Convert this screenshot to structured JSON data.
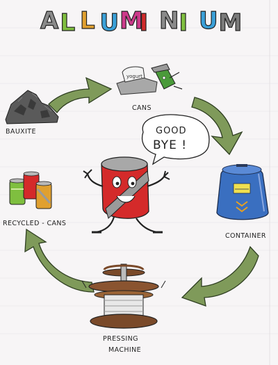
{
  "title": {
    "letters": [
      "A",
      "L",
      "L",
      "U",
      "M",
      "I",
      "N",
      "I",
      "U",
      "M"
    ],
    "letter_colors": [
      "#8a8a8a",
      "#7fbf3f",
      "#e0a030",
      "#3aa0d8",
      "#cc3a8a",
      "#d02a2a",
      "#8a8a8a",
      "#7fbf3f",
      "#3aa0d8",
      "#7a7a7a"
    ]
  },
  "labels": {
    "bauxite": "BAUXITE",
    "cans": "CANS",
    "container": "CONTAINER",
    "pressing_line1": "PRESSING",
    "pressing_line2": "MACHINE",
    "recycled": "RECYCLED - CANS"
  },
  "speech": {
    "line1": "GOOD",
    "line2": "BYE !"
  },
  "colors": {
    "arrow_fill": "#7f9a5a",
    "arrow_stroke": "#2f3f22",
    "can_red": "#d42a2a",
    "container_blue": "#3a6fc0",
    "wood_brown": "#7a4a2a"
  },
  "icons": [
    "bauxite-rock-icon",
    "crushed-cans-icon",
    "blue-recycling-container-icon",
    "pressing-machine-icon",
    "recycled-cans-icon",
    "waving-can-character-icon"
  ]
}
